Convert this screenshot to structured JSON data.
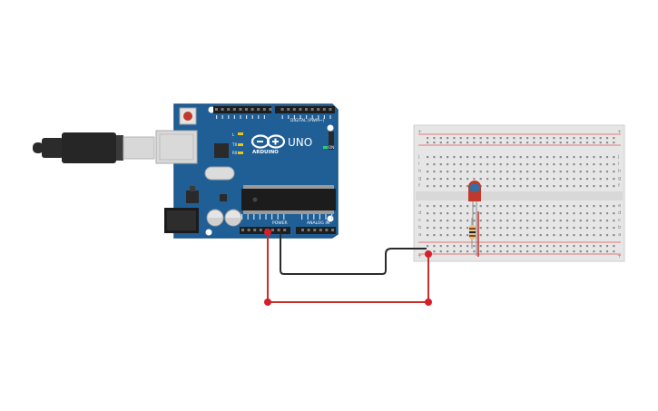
{
  "board": {
    "brand": "ARDUINO",
    "model": "UNO",
    "digital_label": "DIGITAL (PWM~)",
    "power_label": "POWER",
    "analog_label": "ANALOG IN",
    "on_label": "ON",
    "tx_label": "TX",
    "rx_label": "RX",
    "l_label": "L"
  },
  "colors": {
    "board": "#1f5f96",
    "board_edge": "#1a5285",
    "usb_cable": "#2b2b2b",
    "wire_red": "#c9302c",
    "wire_black": "#2a2a2a",
    "breadboard": "#e6e6e6",
    "led": "#c0392b",
    "node": "#d4202b"
  },
  "breadboard": {
    "row_labels_top": [
      "j",
      "i",
      "h",
      "g",
      "f"
    ],
    "row_labels_bottom": [
      "e",
      "d",
      "c",
      "b",
      "a"
    ],
    "rail_plus": "+",
    "rail_minus": "-"
  }
}
